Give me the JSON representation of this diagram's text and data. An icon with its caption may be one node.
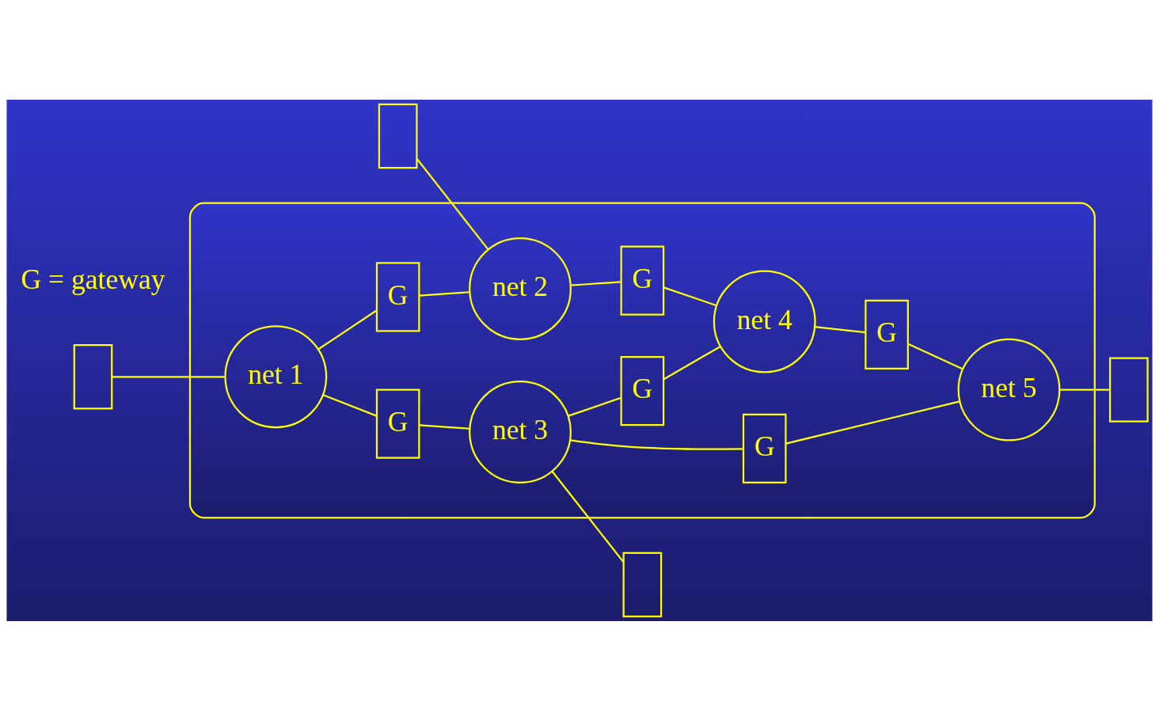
{
  "diagram": {
    "nodes": [
      {
        "text": [],
        "shape": "ellipse"
      },
      {
        "text": [
          "net 1"
        ],
        "in": 0
      },
      {
        "text": [
          "net 2"
        ],
        "in": 0
      },
      {
        "text": [
          "net 3"
        ],
        "in": 0
      },
      {
        "text": [
          "net 4"
        ],
        "in": 0
      },
      {
        "text": [
          "net 5"
        ],
        "in": 0
      },
      {
        "text": [
          "G"
        ],
        "in": 0
      },
      {
        "text": [
          "G"
        ],
        "in": 0
      },
      {
        "text": [
          "G"
        ],
        "in": 0
      },
      {
        "text": [
          "G"
        ],
        "in": 0
      },
      {
        "text": [
          "G"
        ],
        "in": 0
      },
      {
        "text": [
          "G"
        ],
        "in": 0
      },
      {
        "text": [],
        "shape": "box"
      },
      {
        "text": [],
        "shape": "box"
      },
      {
        "text": [],
        "shape": "box"
      },
      {
        "text": [],
        "shape": "box"
      }
    ],
    "edges": [
      {
        "from": 12,
        "to": 1,
        "arrow": "none"
      },
      {
        "from": 1,
        "to": 6,
        "arrow": "none"
      },
      {
        "from": 6,
        "to": 3,
        "arrow": "none"
      },
      {
        "from": 3,
        "to": 13,
        "arrow": "none"
      },
      {
        "from": 1,
        "to": 7,
        "arrow": "none"
      },
      {
        "from": 7,
        "to": 2,
        "arrow": "none"
      },
      {
        "from": 3,
        "to": 8,
        "arrow": "none"
      },
      {
        "from": 8,
        "to": 4,
        "arrow": "none"
      },
      {
        "from": 3,
        "to": 9,
        "arrow": "none"
      },
      {
        "from": 9,
        "to": 5,
        "arrow": "none"
      },
      {
        "from": 14,
        "to": 2,
        "arrow": "none"
      },
      {
        "from": 2,
        "to": 10,
        "arrow": "none"
      },
      {
        "from": 10,
        "to": 4,
        "arrow": "none"
      },
      {
        "from": 4,
        "to": 11,
        "arrow": "none"
      },
      {
        "from": 11,
        "to": 5,
        "arrow": "none"
      },
      {
        "from": 5,
        "to": 15,
        "arrow": "none"
      }
    ],
    "labels": [
      "G = gateway"
    ]
  }
}
